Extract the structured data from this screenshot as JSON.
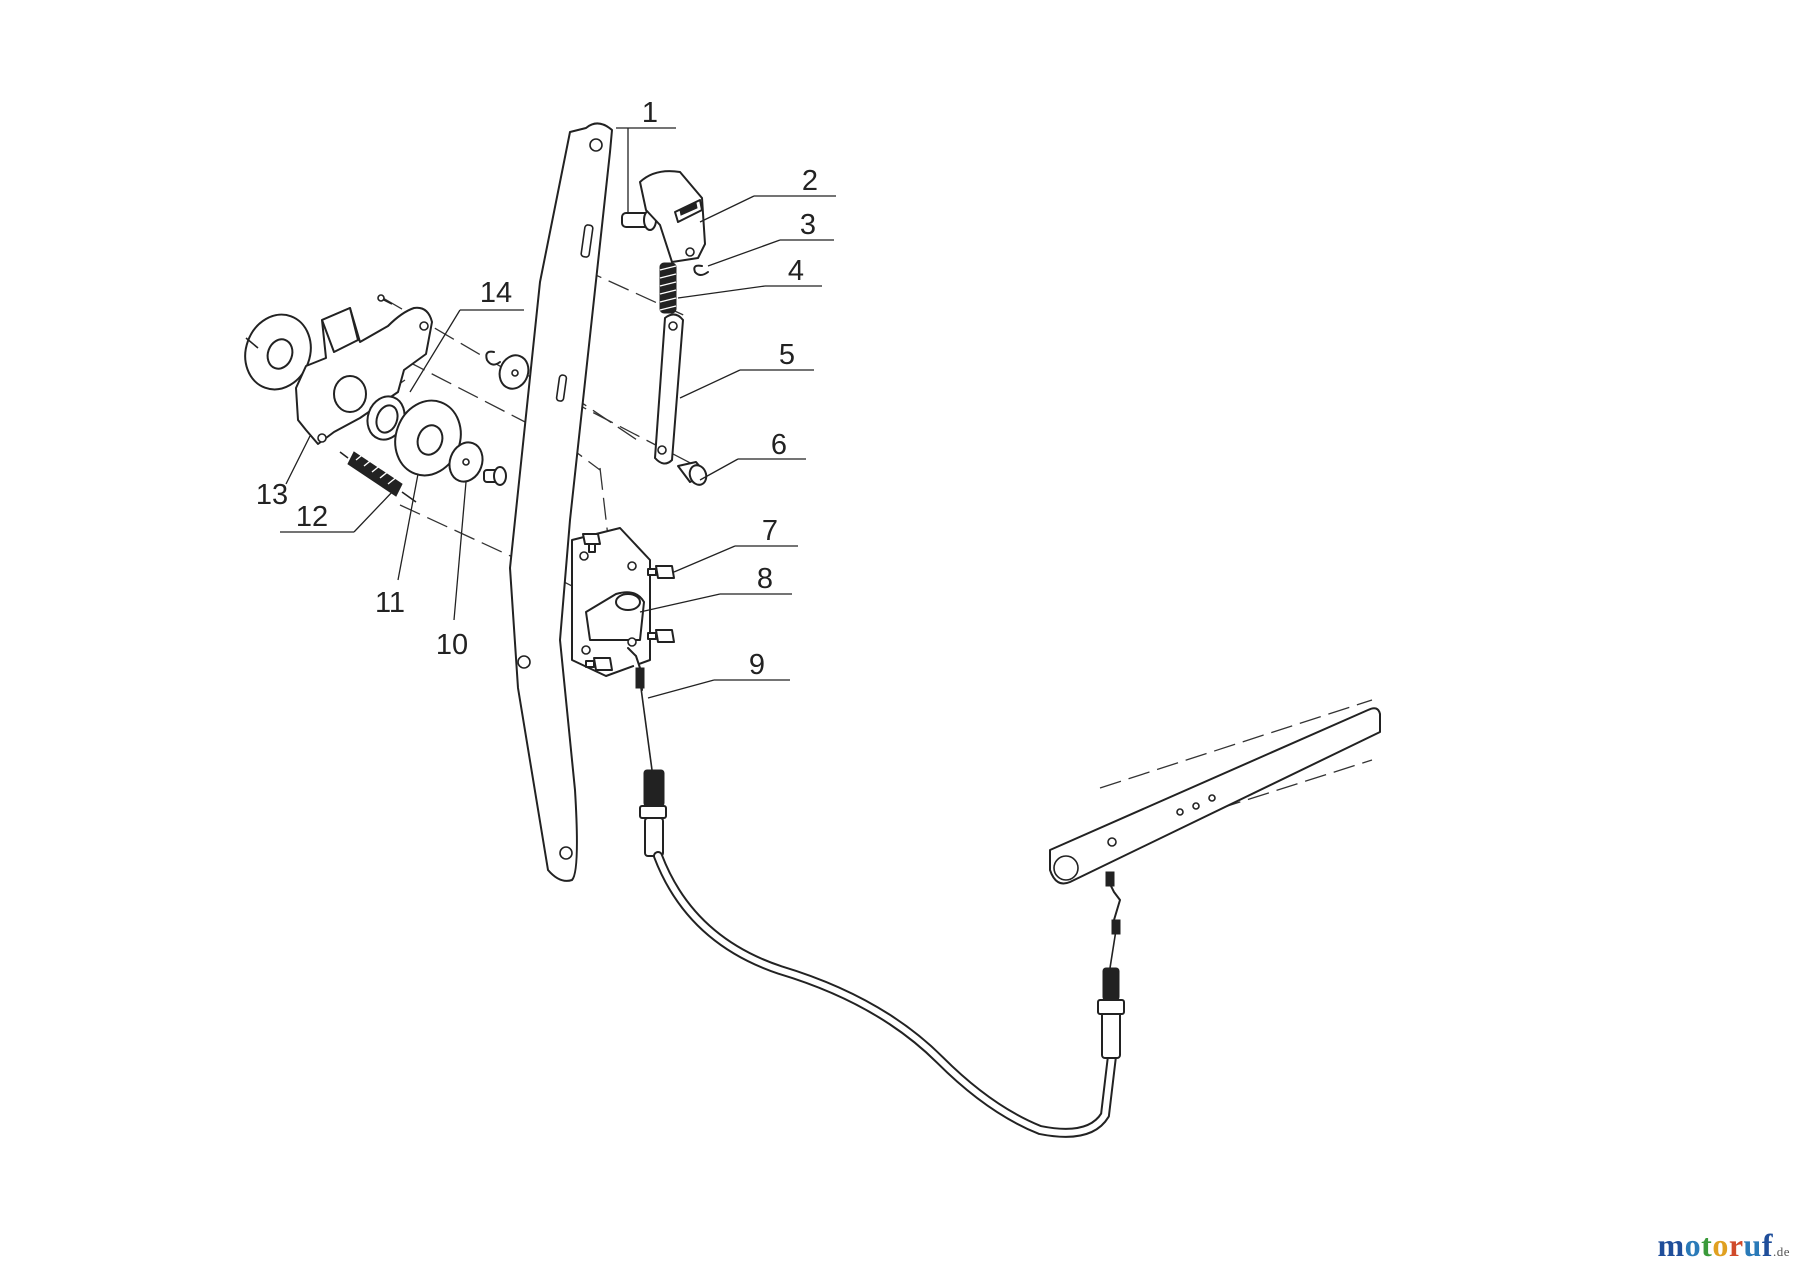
{
  "diagram": {
    "callouts": [
      {
        "id": "1",
        "label": "1"
      },
      {
        "id": "2",
        "label": "2"
      },
      {
        "id": "3",
        "label": "3"
      },
      {
        "id": "4",
        "label": "4"
      },
      {
        "id": "5",
        "label": "5"
      },
      {
        "id": "6",
        "label": "6"
      },
      {
        "id": "7",
        "label": "7"
      },
      {
        "id": "8",
        "label": "8"
      },
      {
        "id": "9",
        "label": "9"
      },
      {
        "id": "10",
        "label": "10"
      },
      {
        "id": "11",
        "label": "11"
      },
      {
        "id": "12",
        "label": "12"
      },
      {
        "id": "13",
        "label": "13"
      },
      {
        "id": "14",
        "label": "14"
      }
    ]
  },
  "watermark": {
    "text": "motoruf",
    "tld": ".de",
    "colors": {
      "m": "#1f4e9a",
      "o1": "#2a7ab8",
      "t": "#3a9a3a",
      "o2": "#e0a020",
      "r": "#d04a2a",
      "u": "#2a7ab8",
      "f": "#1f4e9a"
    }
  }
}
